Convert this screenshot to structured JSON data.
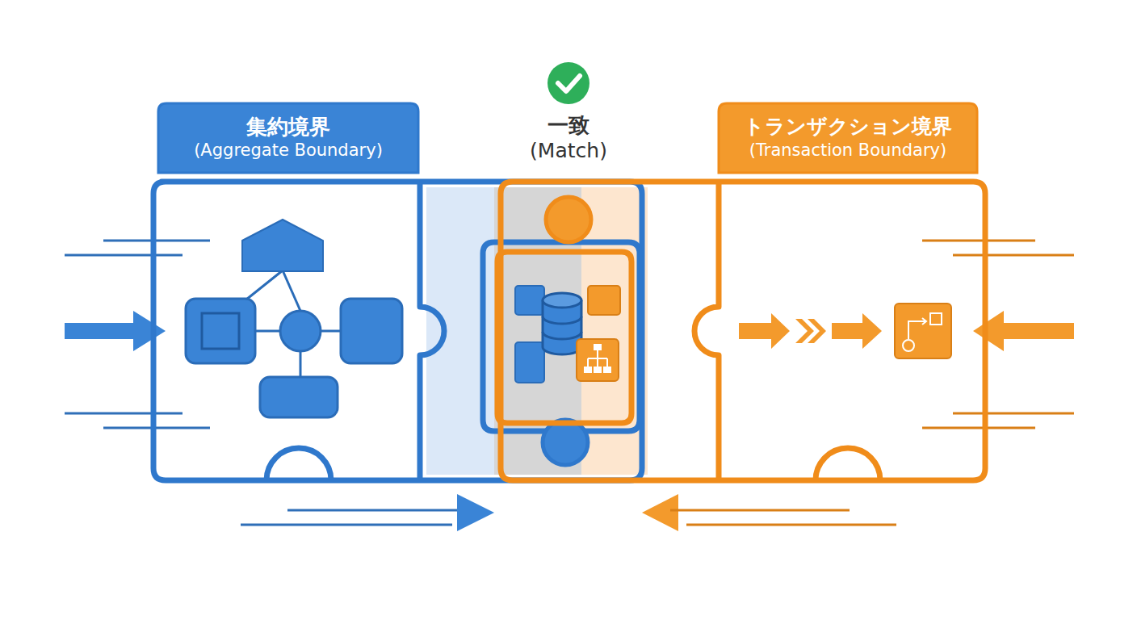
{
  "diagram": {
    "nodes": [
      {
        "text": [
          "集約境界",
          "(Aggregate Boundary)"
        ]
      },
      {
        "text": [
          "トランザクション境界",
          "(Transaction Boundary)"
        ]
      }
    ],
    "labels": [
      "一致",
      "(Match)"
    ]
  }
}
